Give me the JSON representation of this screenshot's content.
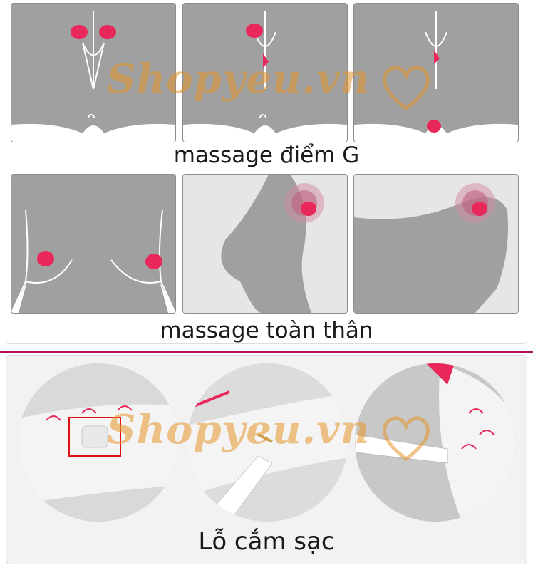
{
  "captions": {
    "g_spot": "massage điểm G",
    "full_body": "massage toàn thân",
    "charging_port": "Lỗ cắm sạc"
  },
  "watermark": {
    "text": "Shopyeu.vn"
  },
  "colors": {
    "tile_gray": "#a0a0a0",
    "accent_pink": "#e8285a",
    "divider": "#b0115a",
    "watermark_orange": "#e69628"
  }
}
